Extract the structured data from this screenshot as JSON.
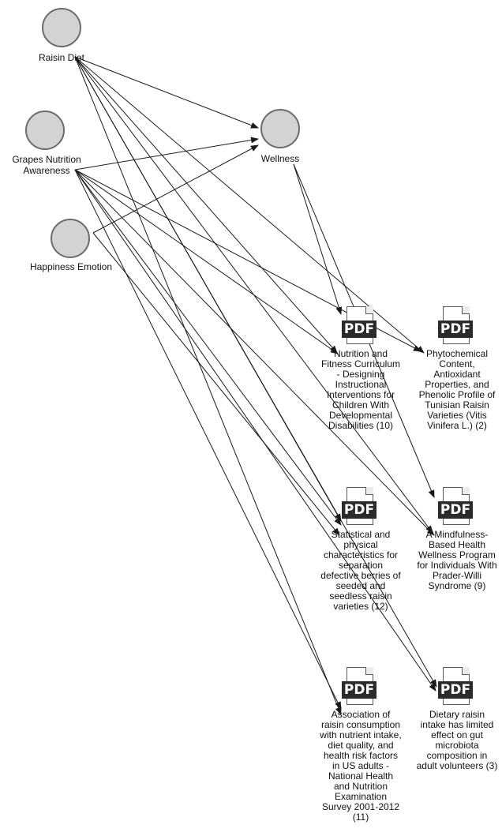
{
  "codes": [
    {
      "id": "raisin",
      "label": "Raisin Diet"
    },
    {
      "id": "grapes",
      "label": "Grapes Nutrition\nAwareness"
    },
    {
      "id": "happy",
      "label": "Happiness Emotion"
    },
    {
      "id": "wellness",
      "label": "Wellness"
    }
  ],
  "documents": [
    {
      "id": "d10",
      "badge": "PDF",
      "label": "Nutrition and\nFitness Curriculum\n- Designing\nInstructional\nInterventions for\nChildren With\nDevelopmental\nDisabilities (10)"
    },
    {
      "id": "d2",
      "badge": "PDF",
      "label": "Phytochemical\nContent,\nAntioxidant\nProperties, and\nPhenolic Profile of\nTunisian Raisin\nVarieties (Vitis\nVinifera L.) (2)"
    },
    {
      "id": "d12",
      "badge": "PDF",
      "label": "Statistical and\nphysical\ncharacteristics for\nseparation\ndefective berries of\nseeded and\nseedless raisin\nvarieties (12)"
    },
    {
      "id": "d9",
      "badge": "PDF",
      "label": "A Mindfulness-\nBased Health\nWellness Program\nfor Individuals With\nPrader-Willi\nSyndrome (9)"
    },
    {
      "id": "d11",
      "badge": "PDF",
      "label": "Association of\nraisin consumption\nwith nutrient intake,\ndiet quality, and\nhealth risk factors\nin US adults -\nNational Health\nand Nutrition\nExamination\nSurvey 2001-2012\n(11)"
    },
    {
      "id": "d3",
      "badge": "PDF",
      "label": "Dietary raisin\nintake has limited\neffect on gut\nmicrobiota\ncomposition in\nadult volunteers (3)"
    }
  ],
  "edges": [
    {
      "from": "raisin",
      "to": "wellness"
    },
    {
      "from": "grapes",
      "to": "wellness"
    },
    {
      "from": "happy",
      "to": "wellness"
    },
    {
      "from": "raisin",
      "to": "d10"
    },
    {
      "from": "raisin",
      "to": "d2"
    },
    {
      "from": "raisin",
      "to": "d12"
    },
    {
      "from": "raisin",
      "to": "d9"
    },
    {
      "from": "raisin",
      "to": "d11"
    },
    {
      "from": "raisin",
      "to": "d3"
    },
    {
      "from": "grapes",
      "to": "d10"
    },
    {
      "from": "grapes",
      "to": "d2"
    },
    {
      "from": "grapes",
      "to": "d12"
    },
    {
      "from": "grapes",
      "to": "d9"
    },
    {
      "from": "grapes",
      "to": "d11"
    },
    {
      "from": "grapes",
      "to": "d3"
    },
    {
      "from": "wellness",
      "to": "d10"
    },
    {
      "from": "wellness",
      "to": "d9"
    },
    {
      "from": "happy",
      "to": "d12"
    }
  ],
  "colors": {
    "edge": "#1a1a1a",
    "node_fill": "#d3d3d3",
    "node_stroke": "#6b6b6b",
    "pdf_badge": "#2b2b2b"
  }
}
